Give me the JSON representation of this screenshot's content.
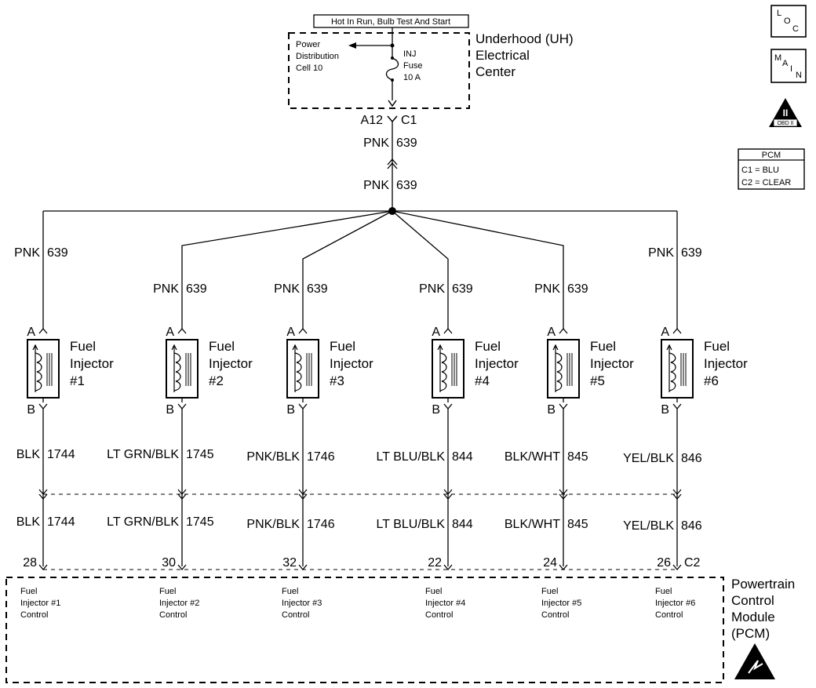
{
  "header_box": "Hot In Run, Bulb Test And Start",
  "underhood": {
    "title_lines": [
      "Underhood (UH)",
      "Electrical",
      "Center"
    ],
    "power_dist_lines": [
      "Power",
      "Distribution",
      "Cell 10"
    ],
    "fuse_lines": [
      "INJ",
      "Fuse",
      "10 A"
    ]
  },
  "connector_uh": {
    "pin": "A12",
    "name": "C1"
  },
  "feed_wires": [
    {
      "color": "PNK",
      "circuit": "639"
    },
    {
      "color": "PNK",
      "circuit": "639"
    }
  ],
  "side_icons": {
    "loc": [
      "L",
      "O",
      "C"
    ],
    "main": [
      "M",
      "A",
      "I",
      "N"
    ],
    "obd": {
      "numeral": "II",
      "label": "OBD II"
    }
  },
  "pcm_legend": {
    "title": "PCM",
    "lines": [
      "C1 = BLU",
      "C2 = CLEAR"
    ]
  },
  "injectors": [
    {
      "feed_color": "PNK",
      "feed_circuit": "639",
      "pin_a": "A",
      "pin_b": "B",
      "label_lines": [
        "Fuel",
        "Injector",
        "#1"
      ],
      "ground_color": "BLK",
      "ground_circuit": "1744",
      "pcm_pin": "28",
      "pcm_label_lines": [
        "Fuel",
        "Injector #1",
        "Control"
      ]
    },
    {
      "feed_color": "PNK",
      "feed_circuit": "639",
      "pin_a": "A",
      "pin_b": "B",
      "label_lines": [
        "Fuel",
        "Injector",
        "#2"
      ],
      "ground_color": "LT GRN/BLK",
      "ground_circuit": "1745",
      "pcm_pin": "30",
      "pcm_label_lines": [
        "Fuel",
        "Injector #2",
        "Control"
      ]
    },
    {
      "feed_color": "PNK",
      "feed_circuit": "639",
      "pin_a": "A",
      "pin_b": "B",
      "label_lines": [
        "Fuel",
        "Injector",
        "#3"
      ],
      "ground_color": "PNK/BLK",
      "ground_circuit": "1746",
      "pcm_pin": "32",
      "pcm_label_lines": [
        "Fuel",
        "Injector #3",
        "Control"
      ]
    },
    {
      "feed_color": "PNK",
      "feed_circuit": "639",
      "pin_a": "A",
      "pin_b": "B",
      "label_lines": [
        "Fuel",
        "Injector",
        "#4"
      ],
      "ground_color": "LT BLU/BLK",
      "ground_circuit": "844",
      "pcm_pin": "22",
      "pcm_label_lines": [
        "Fuel",
        "Injector #4",
        "Control"
      ]
    },
    {
      "feed_color": "PNK",
      "feed_circuit": "639",
      "pin_a": "A",
      "pin_b": "B",
      "label_lines": [
        "Fuel",
        "Injector",
        "#5"
      ],
      "ground_color": "BLK/WHT",
      "ground_circuit": "845",
      "pcm_pin": "24",
      "pcm_label_lines": [
        "Fuel",
        "Injector #5",
        "Control"
      ]
    },
    {
      "feed_color": "PNK",
      "feed_circuit": "639",
      "pin_a": "A",
      "pin_b": "B",
      "label_lines": [
        "Fuel",
        "Injector",
        "#6"
      ],
      "ground_color": "YEL/BLK",
      "ground_circuit": "846",
      "pcm_pin": "26",
      "pcm_label_lines": [
        "Fuel",
        "Injector #6",
        "Control"
      ]
    }
  ],
  "pcm_connector_name": "C2",
  "pcm_module_lines": [
    "Powertrain",
    "Control",
    "Module",
    "(PCM)"
  ]
}
